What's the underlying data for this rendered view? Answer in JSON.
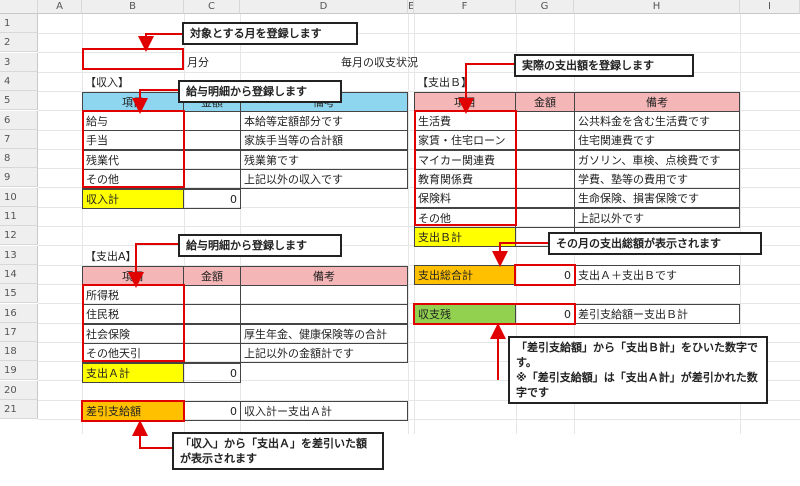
{
  "columns": [
    "A",
    "B",
    "C",
    "D",
    "E",
    "F",
    "G",
    "H",
    "I"
  ],
  "rows": [
    "1",
    "2",
    "3",
    "4",
    "5",
    "6",
    "7",
    "8",
    "9",
    "10",
    "11",
    "12",
    "13",
    "14",
    "15",
    "16",
    "17",
    "18",
    "19",
    "20",
    "21"
  ],
  "header": {
    "month_suffix": "月分",
    "main_title": "毎月の収支状況"
  },
  "income": {
    "title": "【収入】",
    "head_item": "項目",
    "head_amount": "金額",
    "head_note": "備考",
    "items": [
      {
        "label": "給与",
        "note": "本給等定額部分です"
      },
      {
        "label": "手当",
        "note": "家族手当等の合計額"
      },
      {
        "label": "残業代",
        "note": "残業第です"
      },
      {
        "label": "その他",
        "note": "上記以外の収入です"
      }
    ],
    "total_label": "収入計",
    "total_value": "0"
  },
  "expense_a": {
    "title": "【支出A】",
    "head_item": "項目",
    "head_amount": "金額",
    "head_note": "備考",
    "items": [
      {
        "label": "所得税",
        "note": ""
      },
      {
        "label": "住民税",
        "note": ""
      },
      {
        "label": "社会保険",
        "note": "厚生年金、健康保険等の合計"
      },
      {
        "label": "その他天引",
        "note": "上記以外の金額計です"
      }
    ],
    "total_label": "支出Ａ計",
    "total_value": "0"
  },
  "net_pay": {
    "label": "差引支給額",
    "value": "0",
    "note": "収入計ー支出Ａ計"
  },
  "expense_b": {
    "title": "【支出Ｂ】",
    "head_item": "項目",
    "head_amount": "金額",
    "head_note": "備考",
    "items": [
      {
        "label": "生活費",
        "note": "公共料金を含む生活費です"
      },
      {
        "label": "家賃・住宅ローン",
        "note": "住宅関連費です"
      },
      {
        "label": "マイカー関連費",
        "note": "ガソリン、車検、点検費です"
      },
      {
        "label": "教育関係費",
        "note": "学費、塾等の費用です"
      },
      {
        "label": "保険料",
        "note": "生命保険、損害保険です"
      },
      {
        "label": "その他",
        "note": "上記以外です"
      }
    ],
    "total_label": "支出Ｂ計"
  },
  "total_expense": {
    "label": "支出総合計",
    "value": "0",
    "note": "支出Ａ＋支出Ｂです"
  },
  "balance": {
    "label": "収支残",
    "value": "0",
    "note": "差引支給額ー支出Ｂ計"
  },
  "callouts": {
    "month": "対象とする月を登録します",
    "income_items": "給与明細から登録します",
    "expense_a_items": "給与明細から登録します",
    "expense_b_items": "実際の支出額を登録します",
    "total_expense": "その月の支出総額が表示されます",
    "balance_1": "「差引支給額」から「支出Ｂ計」をひいた数字です。",
    "balance_2": "※「差引支給額」は「支出Ａ計」が差引かれた数字です",
    "net_pay": "「収入」から「支出Ａ」を差引いた額が表示されます"
  }
}
